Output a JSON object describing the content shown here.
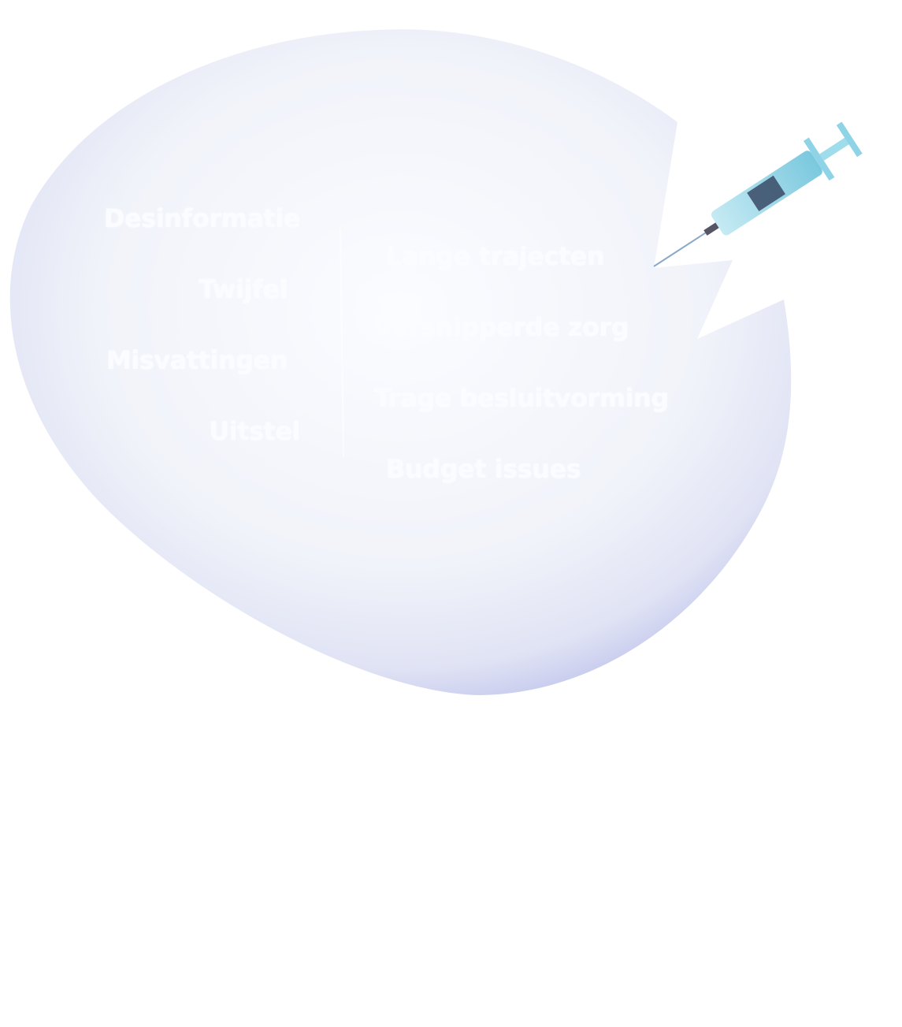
{
  "left_labels": [
    "Desinformatie",
    "Twijfel",
    "Misvattingen",
    "Uitstel"
  ],
  "right_labels": [
    "Lange trajecten",
    "Versnipperde zorg",
    "Trage besluitvorming",
    "Budget issues"
  ],
  "colors": {
    "bubble_shadow": "#c9cdee",
    "bubble_fill": "#f2f4fb",
    "syringe": "#8fd3e6"
  }
}
